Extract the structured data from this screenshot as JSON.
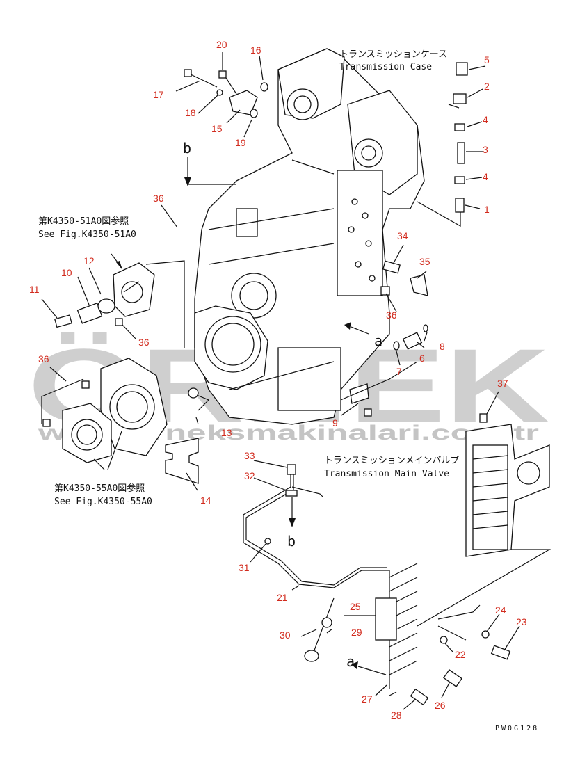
{
  "watermark": {
    "brand": "ÖRNEK",
    "url": "www.orneksmakinalari.com.tr"
  },
  "labels": {
    "case_jp": "トランスミッションケース",
    "case_en": "Transmission Case",
    "valve_jp": "トランスミッションメインバルブ",
    "valve_en": "Transmission Main Valve",
    "ref1_jp": "第K4350-51A0図参照",
    "ref1_en": "See Fig.K4350-51A0",
    "ref2_jp": "第K4350-55A0図参照",
    "ref2_en": "See Fig.K4350-55A0",
    "b1": "b",
    "b2": "b",
    "a1": "a",
    "a2": "a",
    "drawing_code": "PW0G128"
  },
  "parts": [
    {
      "id": "p1",
      "num": "1"
    },
    {
      "id": "p2",
      "num": "2"
    },
    {
      "id": "p3",
      "num": "3"
    },
    {
      "id": "p4a",
      "num": "4"
    },
    {
      "id": "p4b",
      "num": "4"
    },
    {
      "id": "p5",
      "num": "5"
    },
    {
      "id": "p6",
      "num": "6"
    },
    {
      "id": "p7",
      "num": "7"
    },
    {
      "id": "p8",
      "num": "8"
    },
    {
      "id": "p9",
      "num": "9"
    },
    {
      "id": "p10",
      "num": "10"
    },
    {
      "id": "p11",
      "num": "11"
    },
    {
      "id": "p12",
      "num": "12"
    },
    {
      "id": "p13",
      "num": "13"
    },
    {
      "id": "p14",
      "num": "14"
    },
    {
      "id": "p15",
      "num": "15"
    },
    {
      "id": "p16",
      "num": "16"
    },
    {
      "id": "p17",
      "num": "17"
    },
    {
      "id": "p18",
      "num": "18"
    },
    {
      "id": "p19",
      "num": "19"
    },
    {
      "id": "p20",
      "num": "20"
    },
    {
      "id": "p21",
      "num": "21"
    },
    {
      "id": "p22",
      "num": "22"
    },
    {
      "id": "p23",
      "num": "23"
    },
    {
      "id": "p24",
      "num": "24"
    },
    {
      "id": "p25",
      "num": "25"
    },
    {
      "id": "p26",
      "num": "26"
    },
    {
      "id": "p27",
      "num": "27"
    },
    {
      "id": "p28",
      "num": "28"
    },
    {
      "id": "p29",
      "num": "29"
    },
    {
      "id": "p30",
      "num": "30"
    },
    {
      "id": "p31",
      "num": "31"
    },
    {
      "id": "p32",
      "num": "32"
    },
    {
      "id": "p33",
      "num": "33"
    },
    {
      "id": "p34",
      "num": "34"
    },
    {
      "id": "p35",
      "num": "35"
    },
    {
      "id": "p36a",
      "num": "36"
    },
    {
      "id": "p36b",
      "num": "36"
    },
    {
      "id": "p36c",
      "num": "36"
    },
    {
      "id": "p36d",
      "num": "36"
    },
    {
      "id": "p37",
      "num": "37"
    }
  ]
}
